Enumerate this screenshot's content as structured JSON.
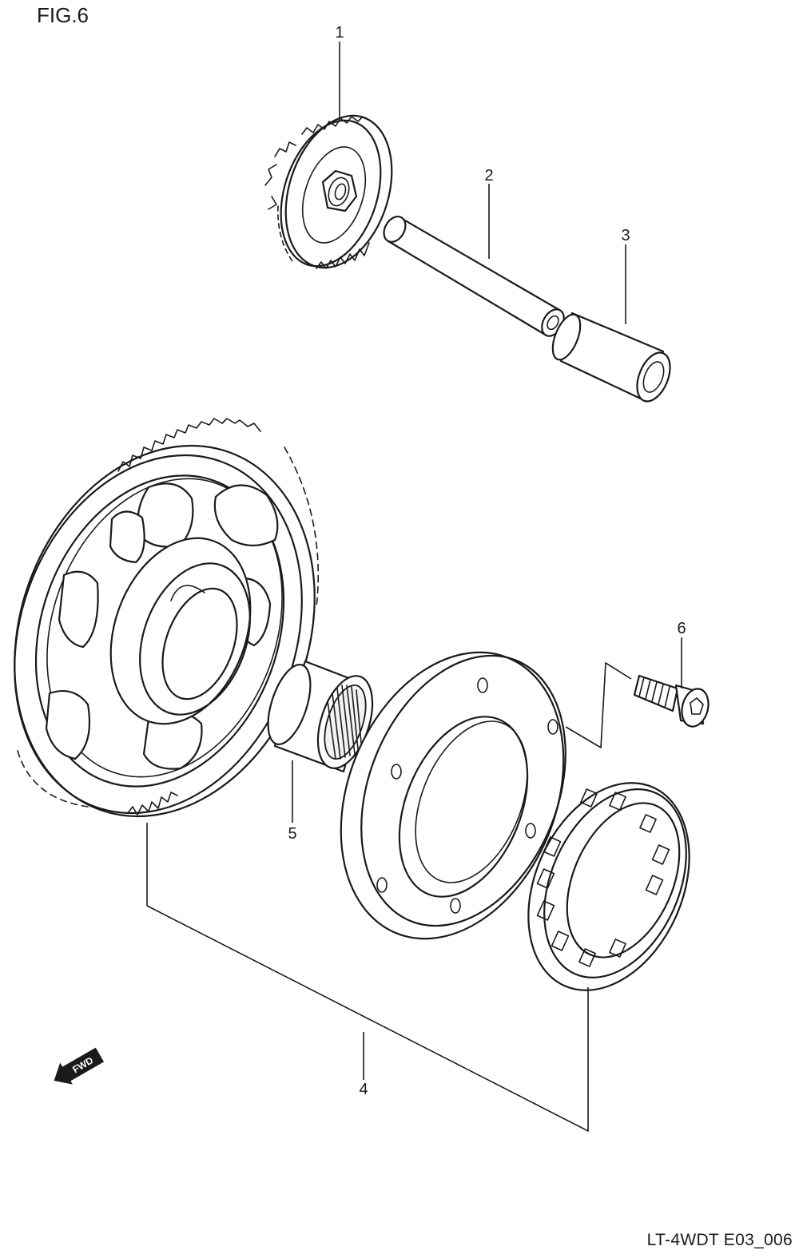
{
  "header": {
    "figure_label": "FIG.6"
  },
  "footer": {
    "drawing_code": "LT-4WDT E03_006"
  },
  "callouts": [
    {
      "number": "1"
    },
    {
      "number": "2"
    },
    {
      "number": "3"
    },
    {
      "number": "4"
    },
    {
      "number": "5"
    },
    {
      "number": "6"
    }
  ],
  "direction_arrow": {
    "label": "FWD",
    "icon": "fwd-arrow-icon"
  }
}
